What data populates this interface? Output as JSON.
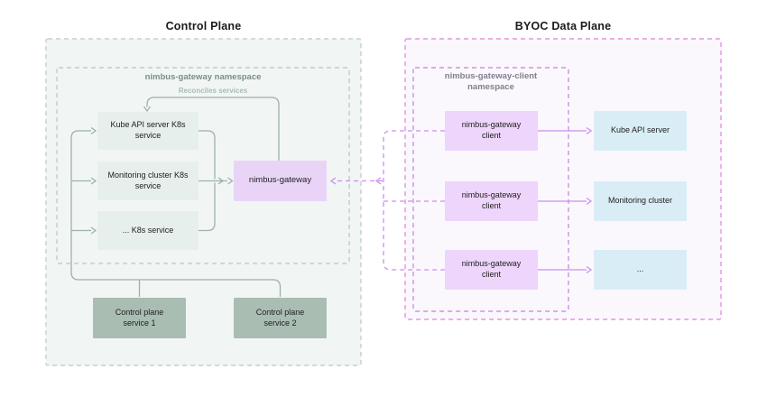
{
  "control_plane": {
    "title": "Control Plane",
    "namespace": {
      "label": "nimbus-gateway namespace",
      "annotation": "Reconciles services",
      "k8s_services": [
        {
          "label": "Kube API server K8s service"
        },
        {
          "label": "Monitoring cluster K8s service"
        },
        {
          "label": "... K8s service"
        }
      ],
      "gateway": {
        "label": "nimbus-gateway"
      }
    },
    "services": [
      {
        "label": "Control plane service 1"
      },
      {
        "label": "Control plane service 2"
      }
    ]
  },
  "byoc": {
    "title": "BYOC Data Plane",
    "namespace": {
      "label": "nimbus-gateway-client namespace",
      "clients": [
        {
          "label": "nimbus-gateway client"
        },
        {
          "label": "nimbus-gateway client"
        },
        {
          "label": "nimbus-gateway client"
        }
      ]
    },
    "targets": [
      {
        "label": "Kube API server"
      },
      {
        "label": "Monitoring cluster"
      },
      {
        "label": "..."
      }
    ]
  },
  "colors": {
    "cp_fill": "#f1f6f4",
    "cp_border": "#c2d2cb",
    "cp_inner_border": "#bdcfc8",
    "node_green": "#e7efec",
    "node_sage": "#a9bdb3",
    "node_purple": "#e9d4f8",
    "node_client": "#eed5fb",
    "node_blue": "#d9edf6",
    "byoc_fill": "#faf8fd",
    "byoc_border": "#e494e2",
    "byoc_inner_border": "#d18fe7",
    "gray_line": "#9db1ab",
    "purple_line": "#c98ff0",
    "purple_dash": "#cd8df2",
    "text_dark": "#212121",
    "text_gray_green": "#7c8c86",
    "text_annotation": "#a9bcb5",
    "text_gray_purple": "#827f8c"
  }
}
